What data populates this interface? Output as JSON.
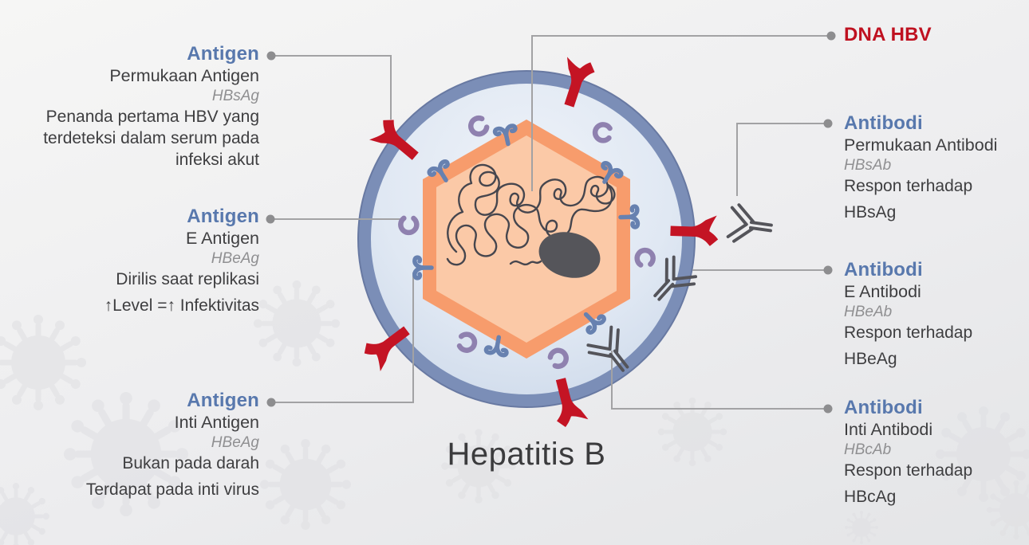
{
  "title": "Hepatitis B",
  "dna_label": "DNA HBV",
  "colors": {
    "heading_blue": "#5878ad",
    "dna_red": "#bf1120",
    "spike_red": "#c41424",
    "envelope_blue": "#7b8eb7",
    "capsid_orange": "#f79c6c",
    "capsid_fill": "#fbc9a7",
    "core_antigen_blue": "#6781b0",
    "e_antigen_purple": "#8f81af",
    "antibody_gray": "#54545a",
    "leader_gray": "#a2a2a4"
  },
  "left_labels": [
    {
      "heading": "Antigen",
      "name": "Permukaan Antigen",
      "abbr": "HBsAg",
      "desc": [
        "Penanda pertama HBV yang",
        "terdeteksi dalam serum pada",
        "infeksi akut"
      ]
    },
    {
      "heading": "Antigen",
      "name": "E Antigen",
      "abbr": "HBeAg",
      "desc": [
        "Dirilis saat replikasi",
        "↑Level =↑ Infektivitas"
      ]
    },
    {
      "heading": "Antigen",
      "name": "Inti Antigen",
      "abbr": "HBeAg",
      "desc": [
        "Bukan pada darah",
        "Terdapat pada inti virus"
      ]
    }
  ],
  "right_labels": [
    {
      "heading": "Antibodi",
      "name": "Permukaan Antibodi",
      "abbr": "HBsAb",
      "desc": [
        "Respon terhadap",
        "HBsAg"
      ]
    },
    {
      "heading": "Antibodi",
      "name": "E Antibodi",
      "abbr": "HBeAb",
      "desc": [
        "Respon terhadap",
        "HBeAg"
      ]
    },
    {
      "heading": "Antibodi",
      "name": "Inti Antibodi",
      "abbr": "HBcAb",
      "desc": [
        "Respon terhadap",
        "HBcAg"
      ]
    }
  ]
}
